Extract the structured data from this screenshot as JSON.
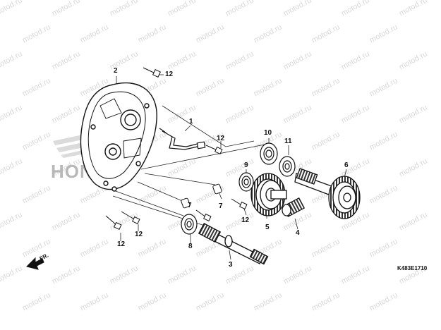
{
  "diagram": {
    "watermark_text": "motod.ru",
    "brand_text": "HONDA",
    "direction_label": "FR.",
    "figure_code": "K483E1710",
    "callouts": [
      "1",
      "2",
      "3",
      "4",
      "5",
      "6",
      "7",
      "7",
      "8",
      "9",
      "10",
      "11",
      "12",
      "12",
      "12",
      "12",
      "12"
    ]
  }
}
